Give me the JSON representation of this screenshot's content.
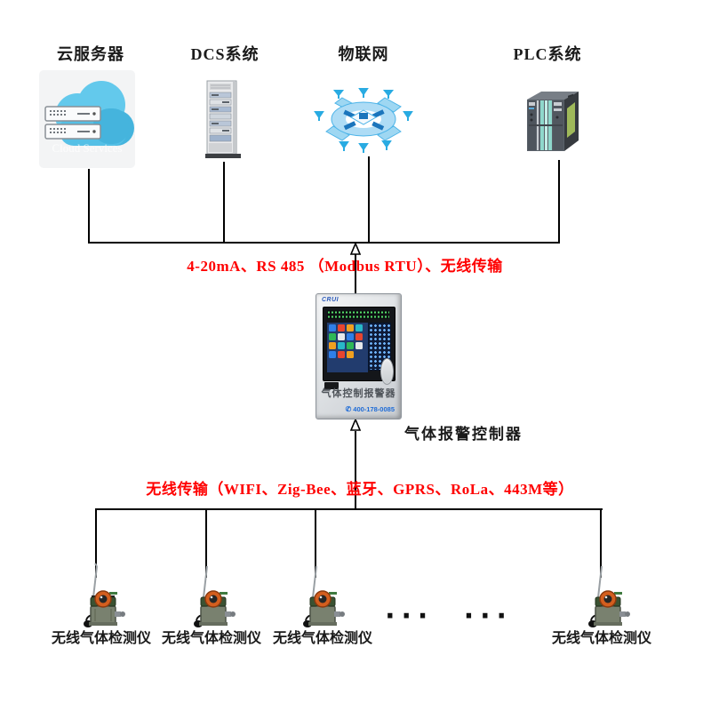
{
  "top_nodes": [
    {
      "label": "云服务器",
      "watermark": "Cloud Services"
    },
    {
      "label": "DCS系统"
    },
    {
      "label": "物联网"
    },
    {
      "label": "PLC系统"
    }
  ],
  "bus_top": {
    "label": "4-20mA、RS 485 （Modbus RTU）、无线传输"
  },
  "controller": {
    "logo": "CRUI",
    "panel_title": "气体控制报警器",
    "phone": "400-178-0085",
    "callout": "气体报警控制器"
  },
  "bus_bottom": {
    "label": "无线传输（WIFI、Zig-Bee、蓝牙、GPRS、RoLa、443M等）"
  },
  "detectors": [
    {
      "label": "无线气体检测仪"
    },
    {
      "label": "无线气体检测仪"
    },
    {
      "label": "无线气体检测仪"
    },
    {
      "label": "无线气体检测仪"
    }
  ],
  "ellipsis": "··· ···",
  "colors": {
    "accent_red": "#ff0000",
    "line_black": "#000000",
    "phone_blue": "#1e6bd6",
    "logo_blue": "#2a58b8",
    "cloud_blue": "#5bc6ea",
    "iot_blue": "#29abe2"
  }
}
